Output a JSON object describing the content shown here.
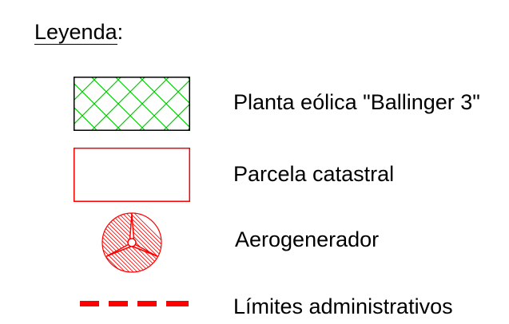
{
  "legend": {
    "title": "Leyenda",
    "title_suffix": ":",
    "items": [
      {
        "label": "Planta eólica \"Ballinger 3\"",
        "symbol": "green-crosshatch-rectangle",
        "color": "#00cc00"
      },
      {
        "label": "Parcela catastral",
        "symbol": "red-outline-rectangle",
        "color": "#ff0000"
      },
      {
        "label": "Aerogenerador",
        "symbol": "wind-turbine-icon",
        "color": "#ff0000"
      },
      {
        "label": "Límites administrativos",
        "symbol": "red-dashed-line",
        "color": "#ff0000"
      }
    ]
  }
}
